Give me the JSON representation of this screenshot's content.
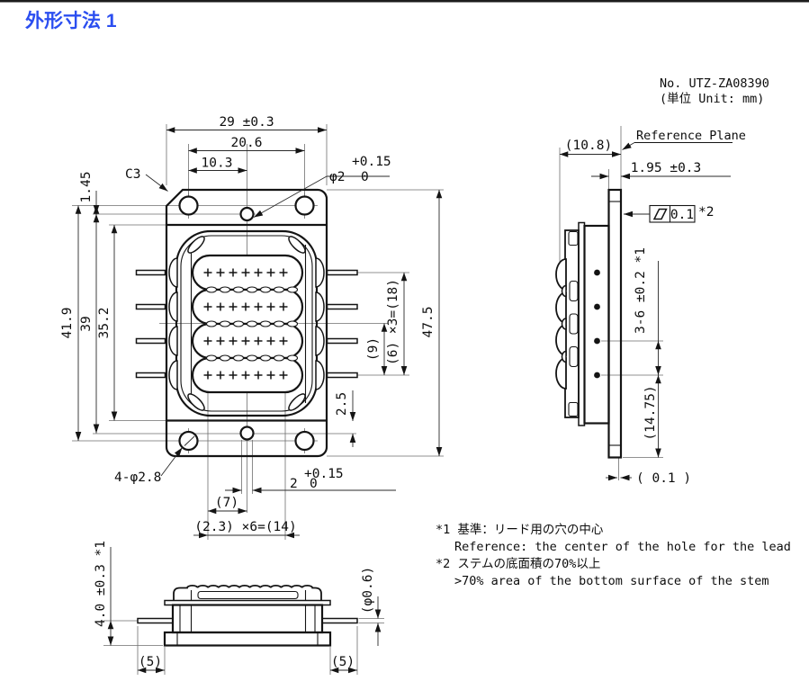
{
  "header": {
    "title": "外形寸法 1",
    "doc_no": "No. UTZ-ZA08390",
    "unit": "(単位 Unit: mm)"
  },
  "front_view": {
    "dim_width": "29 ±0.3",
    "dim_hole_span": "20.6",
    "dim_hole_half": "10.3",
    "chamfer": "C3",
    "pilot_dia": "φ2",
    "pilot_tol_plus": "+0.15",
    "pilot_tol_zero": "0",
    "dim_offset": "1.45",
    "dim_height_holes": "41.9",
    "dim_height_pilots": "39",
    "dim_height_body": "35.2",
    "dim_total_height": "47.5",
    "dim_lead_span": "(6) ×3=(18)",
    "dim_lead_half": "(9)",
    "dim_pilot_offset": "2.5",
    "mount_holes": "4-φ2.8",
    "slot_val": "2",
    "slot_tol_plus": "+0.15",
    "slot_tol_zero": "0",
    "dim_col_half": "(7)",
    "dim_col_pitch": "(2.3) ×6=(14)"
  },
  "side_view": {
    "ref_plane": "Reference Plane",
    "dim_depth": "(10.8)",
    "dim_stem_thickness": "1.95 ±0.3",
    "flatness_tol": "0.1",
    "flatness_ref": "*2",
    "flatness_symbol": "parallelogram-icon",
    "dim_lead_pitch": "3-6 ±0.2 *1",
    "dim_lead_bottom": "(14.75)",
    "dim_step": "( 0.1 )"
  },
  "bottom_view": {
    "dim_lead_height": "4.0 ±0.3 *1",
    "dim_lead_dia": "(φ0.6)",
    "dim_lead_len_left": "(5)",
    "dim_lead_len_right": "(5)"
  },
  "notes": {
    "n1_ja": "*1 基準：リード用の穴の中心",
    "n1_en": "Reference: the center of the hole for the lead",
    "n2_ja": "*2 ステムの底面積の70%以上",
    "n2_en": ">70% area of the bottom surface of the stem"
  },
  "colors": {
    "accent_blue": "#2b4ef0",
    "line_black": "#141414"
  }
}
